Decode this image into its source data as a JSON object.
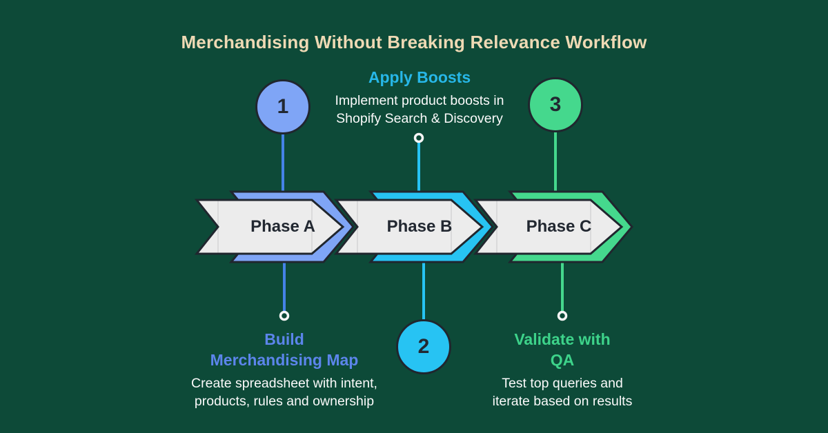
{
  "title": "Merchandising Without Breaking Relevance Workflow",
  "colors": {
    "bg": "#0d4a38",
    "title": "#eed9b4",
    "body": "#fafafa",
    "arrow_fill": "#ececec",
    "arrow_stroke": "#20262e",
    "number": "#222831",
    "blue": "#7fa5f6",
    "blue_line": "#4583e6",
    "blue_text": "#5c85eb",
    "cyan": "#27c3f3",
    "cyan_text": "#27b7e8",
    "green": "#45d88d",
    "green_text": "#3dd38a",
    "ring": "#f6f6f6"
  },
  "phases": [
    {
      "label": "Phase A"
    },
    {
      "label": "Phase B"
    },
    {
      "label": "Phase C"
    }
  ],
  "steps": [
    {
      "number": "1",
      "heading_lines": [
        "Build",
        "Merchandising Map"
      ],
      "desc_lines": [
        "Create spreadsheet with intent,",
        "products, rules and ownership"
      ]
    },
    {
      "number": "2",
      "heading_lines": [
        "Apply Boosts"
      ],
      "desc_lines": [
        "Implement product boosts in",
        "Shopify Search & Discovery"
      ]
    },
    {
      "number": "3",
      "heading_lines": [
        "Validate with",
        "QA"
      ],
      "desc_lines": [
        "Test top queries and",
        "iterate based on results"
      ]
    }
  ]
}
